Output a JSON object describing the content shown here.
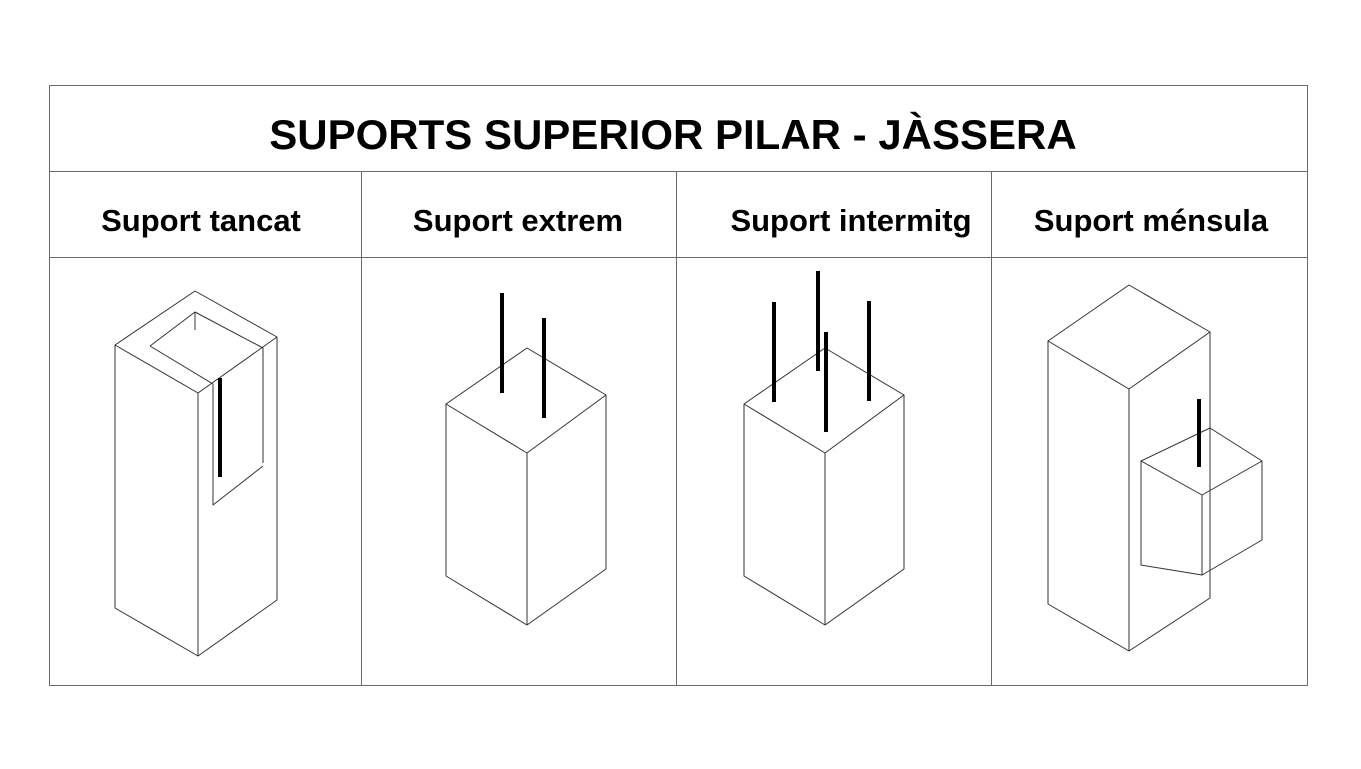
{
  "title": "SUPORTS SUPERIOR PILAR - JÀSSERA",
  "columns": [
    {
      "label": "Suport tancat"
    },
    {
      "label": "Suport extrem"
    },
    {
      "label": "Suport intermitg"
    },
    {
      "label": "Suport ménsula"
    }
  ]
}
